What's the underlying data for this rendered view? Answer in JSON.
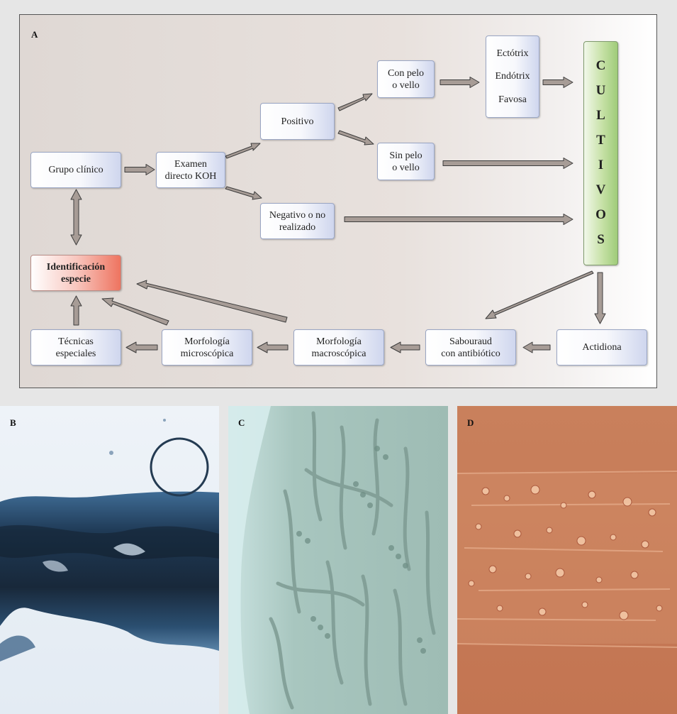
{
  "panel_a": {
    "label": "A",
    "nodes": {
      "grupo": "Grupo clínico",
      "examen": "Examen\ndirecto KOH",
      "positivo": "Positivo",
      "negativo": "Negativo o no\nrealizado",
      "con_pelo": "Con pelo\no vello",
      "sin_pelo": "Sin pelo\no vello",
      "ectotrix": "Ectótrix",
      "endotrix": "Endótrix",
      "favosa": "Favosa",
      "cultivos": [
        "C",
        "U",
        "L",
        "T",
        "I",
        "V",
        "O",
        "S"
      ],
      "identificacion": "Identificación\nespecie",
      "tecnicas": "Técnicas\nespeciales",
      "morf_micro": "Morfología\nmicroscópica",
      "morf_macro": "Morfología\nmacroscópica",
      "sabouraud": "Sabouraud\ncon antibiótico",
      "actidiona": "Actidiona"
    }
  },
  "panel_b": {
    "label": "B"
  },
  "panel_c": {
    "label": "C"
  },
  "panel_d": {
    "label": "D"
  },
  "colors": {
    "arrow_fill": "#a79c96",
    "arrow_stroke": "#3d3d3d",
    "box_accent": "#cfd6ee",
    "identification_accent": "#ee7460",
    "cultivos_accent": "#9fcb79"
  }
}
